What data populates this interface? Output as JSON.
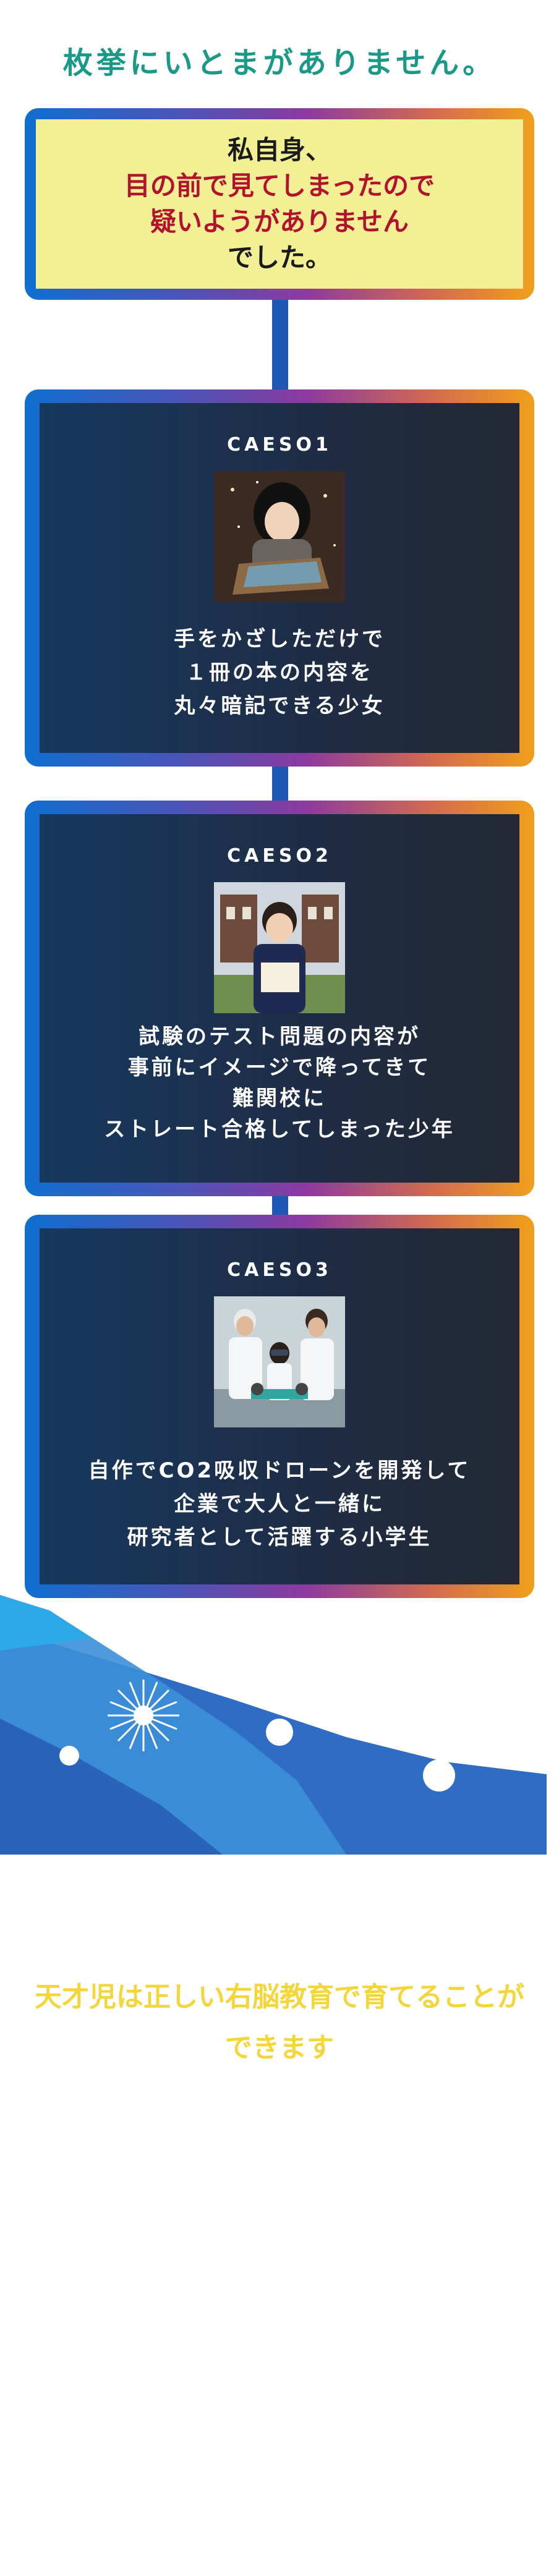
{
  "header": {
    "title": "枚挙にいとまがありません。"
  },
  "headline": {
    "lines": [
      {
        "text": "私自身、",
        "color": "dark"
      },
      {
        "text": "目の前で見てしまったので",
        "color": "red"
      },
      {
        "text": "疑いようがありません",
        "color": "red"
      },
      {
        "text": "でした。",
        "color": "dark"
      }
    ]
  },
  "cases": [
    {
      "label": "CAESO1",
      "lines": [
        "手をかざしただけで",
        "１冊の本の内容を",
        "丸々暗記できる少女"
      ]
    },
    {
      "label": "CAESO2",
      "lines": [
        "試験のテスト問題の内容が",
        "事前にイメージで降ってきて",
        "難関校に",
        "ストレート合格してしまった少年"
      ]
    },
    {
      "label": "CAESO3",
      "lines": [
        "自作でCO2吸収ドローンを開発して",
        "企業で大人と一緒に",
        "研究者として活躍する小学生"
      ]
    }
  ],
  "closing": {
    "lines": [
      "天才児は正しい右脳教育で育てることが",
      "できます"
    ]
  },
  "colors": {
    "title_teal": "#1a9a86",
    "headline_red": "#b3122f",
    "headline_bg": "#f2ef95",
    "closing_yellow": "#f4d63a",
    "connector_blue": "#1d58b5"
  }
}
